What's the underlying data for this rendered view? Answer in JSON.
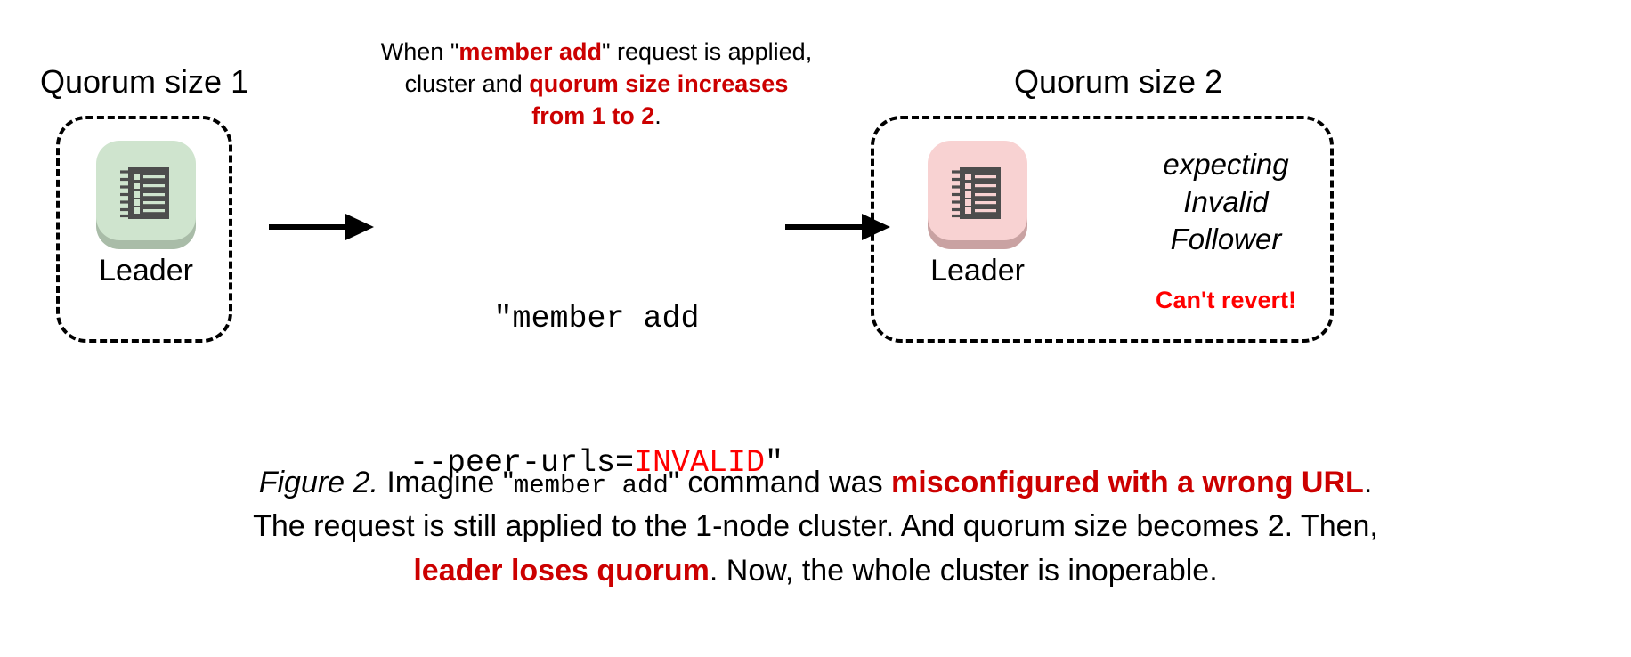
{
  "figure": {
    "domain": "diagram",
    "colors": {
      "accent_red": "#cc0000",
      "pure_red": "#ff0000",
      "ok_node_fill": "#cfe4ce",
      "ok_node_shadow": "#a9bca8",
      "bad_node_fill": "#f8d2d2",
      "bad_node_shadow": "#c9a2a2",
      "glyph_dark": "#4d4d4d",
      "stroke_black": "#000000",
      "background": "#ffffff"
    }
  },
  "left_cluster": {
    "title": "Quorum size 1",
    "node": {
      "label": "Leader",
      "icon": "server-rack-icon",
      "state": "healthy"
    }
  },
  "right_cluster": {
    "title": "Quorum size 2",
    "node": {
      "label": "Leader",
      "icon": "server-rack-icon",
      "state": "unhealthy"
    },
    "status_lines": [
      "expecting",
      "Invalid",
      "Follower"
    ],
    "alert": "Can't revert!"
  },
  "annotation": {
    "line1_a": "When \"",
    "line1_b": "member add",
    "line1_c": "\" request is applied,",
    "line2_a": "cluster and ",
    "line2_b": "quorum size increases",
    "line3_b": "from 1 to 2",
    "line3_c": "."
  },
  "command": {
    "line1": "\"member add",
    "line2_pre": "--peer-urls=",
    "line2_bad": "INVALID",
    "line2_post": "\""
  },
  "arrows": {
    "left_arrow": "arrow-right-icon",
    "right_arrow": "arrow-right-icon"
  },
  "caption": {
    "fignum": "Figure 2.",
    "s1": " Imagine \"",
    "mono1": "member add",
    "s2": "\" command was ",
    "hl1": "misconfigured with a wrong URL",
    "s3": ".",
    "s4": "The request is still applied to the 1-node cluster. And quorum size becomes 2. Then,",
    "hl2": "leader loses quorum",
    "s5": ". Now, the whole cluster is inoperable."
  }
}
